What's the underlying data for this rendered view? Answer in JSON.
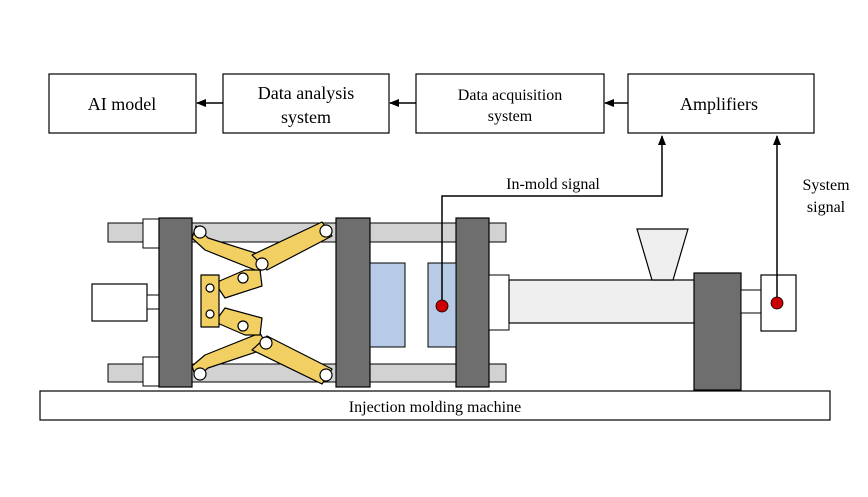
{
  "blocks": {
    "ai_model": "AI model",
    "data_analysis_line1": "Data analysis",
    "data_analysis_line2": "system",
    "data_acquisition_line1": "Data acquisition",
    "data_acquisition_line2": "system",
    "amplifiers": "Amplifiers"
  },
  "signals": {
    "in_mold": "In-mold signal",
    "system_line1": "System",
    "system_line2": "signal"
  },
  "machine": {
    "label": "Injection molding machine"
  },
  "colors": {
    "platen": "#6e6e6e",
    "toggle_link": "#f2cf63",
    "mold": "#b8cbe6",
    "tie_bar": "#d2d2d2",
    "barrel": "#efefef",
    "sensor": "#cc0000"
  }
}
